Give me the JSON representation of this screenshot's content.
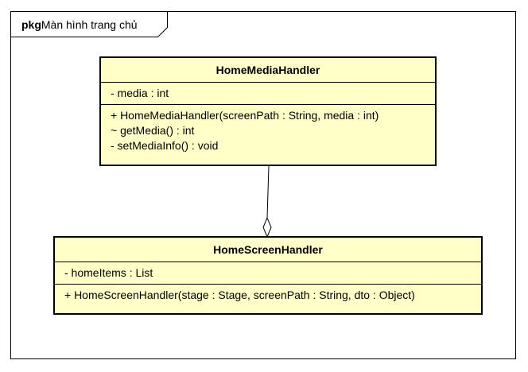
{
  "package": {
    "keyword": "pkg",
    "name": "Màn hình trang chủ"
  },
  "classes": {
    "home_media_handler": {
      "name": "HomeMediaHandler",
      "attributes": [
        "- media : int"
      ],
      "operations": [
        "+ HomeMediaHandler(screenPath : String, media : int)",
        "~ getMedia() : int",
        "- setMediaInfo() : void"
      ]
    },
    "home_screen_handler": {
      "name": "HomeScreenHandler",
      "attributes": [
        "- homeItems : List"
      ],
      "operations": [
        "+ HomeScreenHandler(stage : Stage, screenPath : String, dto : Object)"
      ]
    }
  },
  "relationship": {
    "type": "aggregation",
    "whole": "HomeScreenHandler",
    "part": "HomeMediaHandler"
  },
  "colors": {
    "class_fill": "#ffffc8",
    "line": "#000000",
    "background": "#ffffff"
  }
}
